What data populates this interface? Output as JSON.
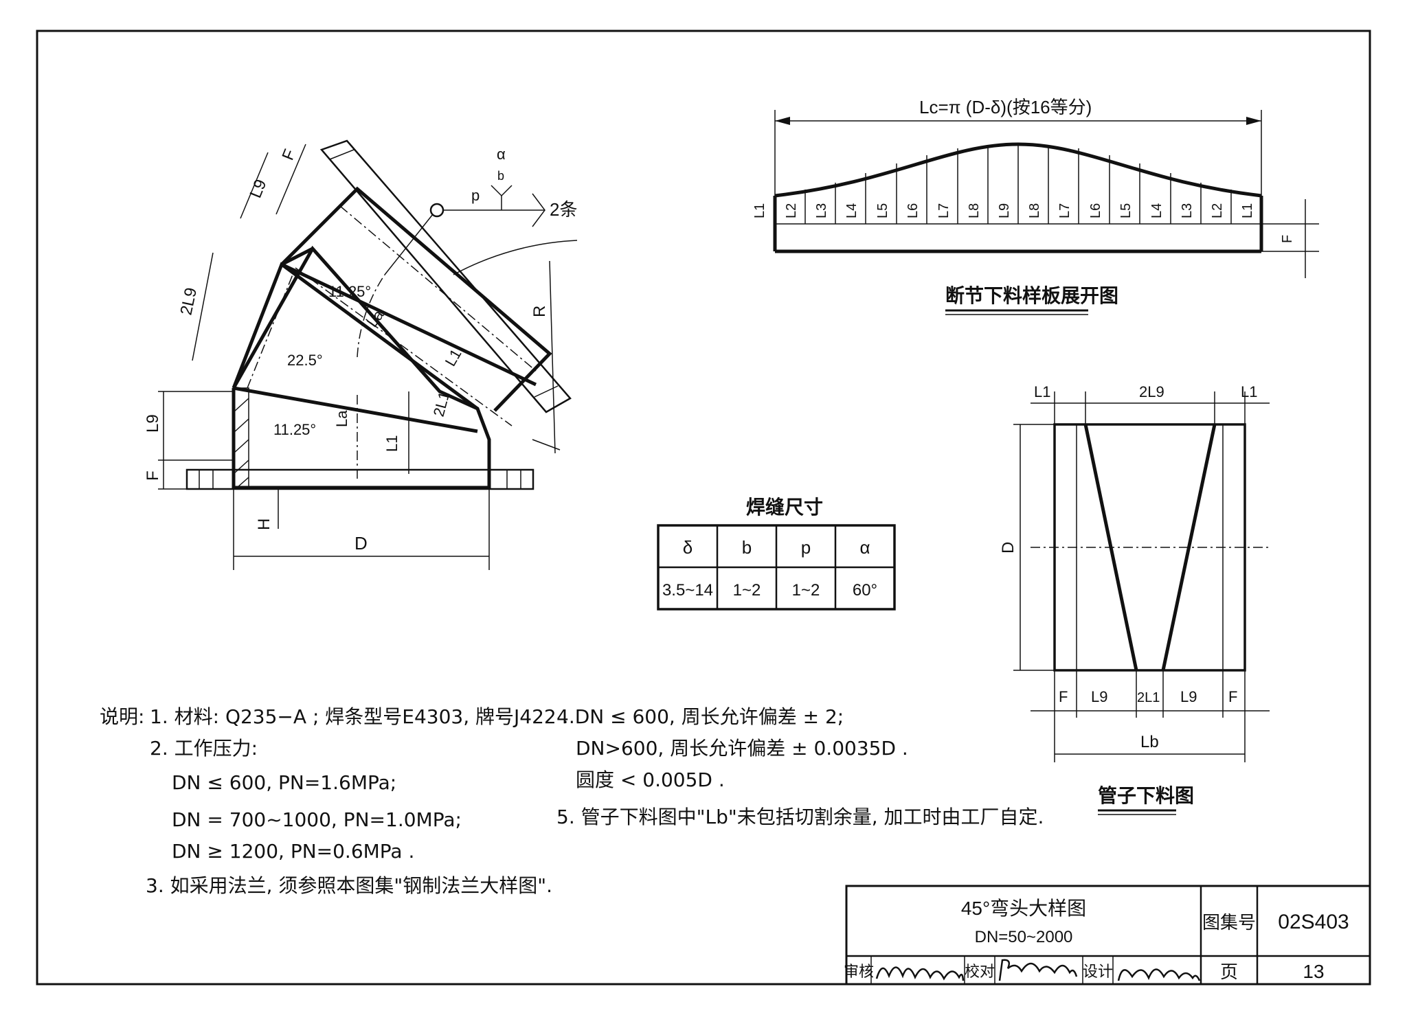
{
  "elbow": {
    "weld_symbol": {
      "alpha": "α",
      "b": "b",
      "p": "p",
      "count": "2条"
    },
    "dims": {
      "F": "F",
      "L9": "L9",
      "twoL9": "2L9",
      "angle_11_25_top": "11.25°",
      "La": "La",
      "angle_22_5": "22.5°",
      "L1": "L1",
      "twoL1": "2L1",
      "R": "R",
      "angle_11_25_bottom": "11.25°",
      "La_bottom": "La",
      "L1_bottom": "L1",
      "L9_left": "L9",
      "F_left": "F",
      "H": "H",
      "D": "D"
    }
  },
  "template": {
    "formula": "Lc=π (D-δ)(按16等分)",
    "left_label": "L1",
    "segments": [
      "L2",
      "L3",
      "L4",
      "L5",
      "L6",
      "L7",
      "L8",
      "L9",
      "L8",
      "L7",
      "L6",
      "L5",
      "L4",
      "L3",
      "L2",
      "L1"
    ],
    "F": "F",
    "caption": "断节下料样板展开图"
  },
  "weld_table": {
    "title": "焊缝尺寸",
    "headers": [
      "δ",
      "b",
      "p",
      "α"
    ],
    "row": [
      "3.5~14",
      "1~2",
      "1~2",
      "60°"
    ]
  },
  "pipe_cut": {
    "top": {
      "left": "L1",
      "mid": "2L9",
      "right": "L1"
    },
    "D": "D",
    "bottom": {
      "f1": "F",
      "l9a": "L9",
      "two_l1": "2L1",
      "l9b": "L9",
      "f2": "F"
    },
    "Lb": "Lb",
    "caption": "管子下料图"
  },
  "notes": {
    "left": {
      "heading": "说明:",
      "n1": "1. 材料: Q235−A ; 焊条型号E4303, 牌号J422 .",
      "n2": "2. 工作压力:",
      "n2a": "DN ≤ 600, PN=1.6MPa;",
      "n2b": "DN = 700~1000, PN=1.0MPa;",
      "n2c": "DN ≥ 1200, PN=0.6MPa .",
      "n3": "3. 如采用法兰, 须参照本图集\"钢制法兰大样图\"."
    },
    "right": {
      "n4": "4.DN ≤ 600, 周长允许偏差  ± 2;",
      "n4a": "DN>600, 周长允许偏差 ± 0.0035D .",
      "n4b": "圆度 < 0.005D .",
      "n5": "5. 管子下料图中\"Lb\"未包括切割余量, 加工时由工厂自定."
    }
  },
  "title_block": {
    "title": "45°弯头大样图",
    "subtitle": "DN=50~2000",
    "atlas_label": "图集号",
    "atlas_no": "02S403",
    "page_label": "页",
    "page_no": "13",
    "review": "审核",
    "check": "校对",
    "design": "设计"
  }
}
